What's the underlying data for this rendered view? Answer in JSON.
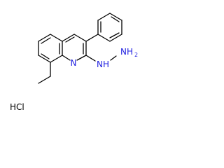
{
  "labels": {
    "ring_nitrogen": "N",
    "hydrazine": "NH",
    "hydrazine_amine": "NH",
    "hydrazine_sub": "2",
    "salt": "HCl"
  },
  "colors": {
    "bond": "#000000",
    "nitrogen": "#1f1fe0",
    "background": "#ffffff"
  }
}
